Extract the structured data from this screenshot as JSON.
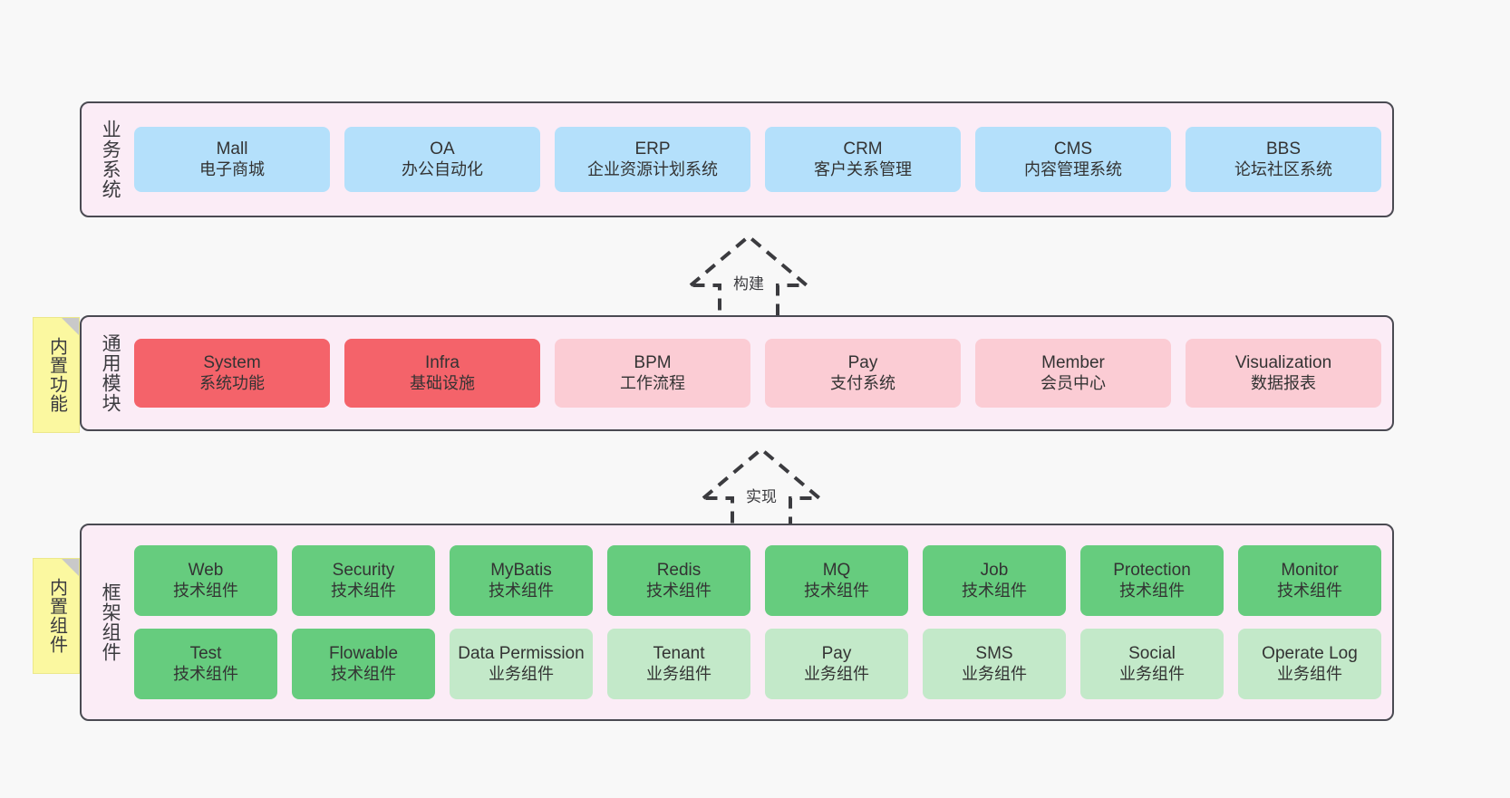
{
  "diagram": {
    "background_color": "#f8f8f8",
    "container_fill": "#fbecf6",
    "container_border": "#4a4a52",
    "note_color": "#fbf8a0"
  },
  "layers": [
    {
      "id": "business",
      "title": "业务系统",
      "tiles": [
        {
          "en": "Mall",
          "cn": "电子商城",
          "color": "#b4e0fb"
        },
        {
          "en": "OA",
          "cn": "办公自动化",
          "color": "#b4e0fb"
        },
        {
          "en": "ERP",
          "cn": "企业资源计划系统",
          "color": "#b4e0fb"
        },
        {
          "en": "CRM",
          "cn": "客户关系管理",
          "color": "#b4e0fb"
        },
        {
          "en": "CMS",
          "cn": "内容管理系统",
          "color": "#b4e0fb"
        },
        {
          "en": "BBS",
          "cn": "论坛社区系统",
          "color": "#b4e0fb"
        }
      ]
    },
    {
      "id": "common",
      "title": "通用模块",
      "note": "内置功能",
      "tiles": [
        {
          "en": "System",
          "cn": "系统功能",
          "color": "#f4636a"
        },
        {
          "en": "Infra",
          "cn": "基础设施",
          "color": "#f4636a"
        },
        {
          "en": "BPM",
          "cn": "工作流程",
          "color": "#fbccd4"
        },
        {
          "en": "Pay",
          "cn": "支付系统",
          "color": "#fbccd4"
        },
        {
          "en": "Member",
          "cn": "会员中心",
          "color": "#fbccd4"
        },
        {
          "en": "Visualization",
          "cn": "数据报表",
          "color": "#fbccd4"
        }
      ]
    },
    {
      "id": "framework",
      "title": "框架组件",
      "note": "内置组件",
      "rows": [
        [
          {
            "en": "Web",
            "cn": "技术组件",
            "color": "#66cc7e"
          },
          {
            "en": "Security",
            "cn": "技术组件",
            "color": "#66cc7e"
          },
          {
            "en": "MyBatis",
            "cn": "技术组件",
            "color": "#66cc7e"
          },
          {
            "en": "Redis",
            "cn": "技术组件",
            "color": "#66cc7e"
          },
          {
            "en": "MQ",
            "cn": "技术组件",
            "color": "#66cc7e"
          },
          {
            "en": "Job",
            "cn": "技术组件",
            "color": "#66cc7e"
          },
          {
            "en": "Protection",
            "cn": "技术组件",
            "color": "#66cc7e"
          },
          {
            "en": "Monitor",
            "cn": "技术组件",
            "color": "#66cc7e"
          }
        ],
        [
          {
            "en": "Test",
            "cn": "技术组件",
            "color": "#66cc7e"
          },
          {
            "en": "Flowable",
            "cn": "技术组件",
            "color": "#66cc7e"
          },
          {
            "en": "Data Permission",
            "cn": "业务组件",
            "color": "#c3e9c9"
          },
          {
            "en": "Tenant",
            "cn": "业务组件",
            "color": "#c3e9c9"
          },
          {
            "en": "Pay",
            "cn": "业务组件",
            "color": "#c3e9c9"
          },
          {
            "en": "SMS",
            "cn": "业务组件",
            "color": "#c3e9c9"
          },
          {
            "en": "Social",
            "cn": "业务组件",
            "color": "#c3e9c9"
          },
          {
            "en": "Operate Log",
            "cn": "业务组件",
            "color": "#c3e9c9"
          }
        ]
      ]
    }
  ],
  "connectors": [
    {
      "id": "build",
      "label": "构建",
      "style": "dashed-generalization"
    },
    {
      "id": "realize",
      "label": "实现",
      "style": "dashed-generalization"
    }
  ]
}
